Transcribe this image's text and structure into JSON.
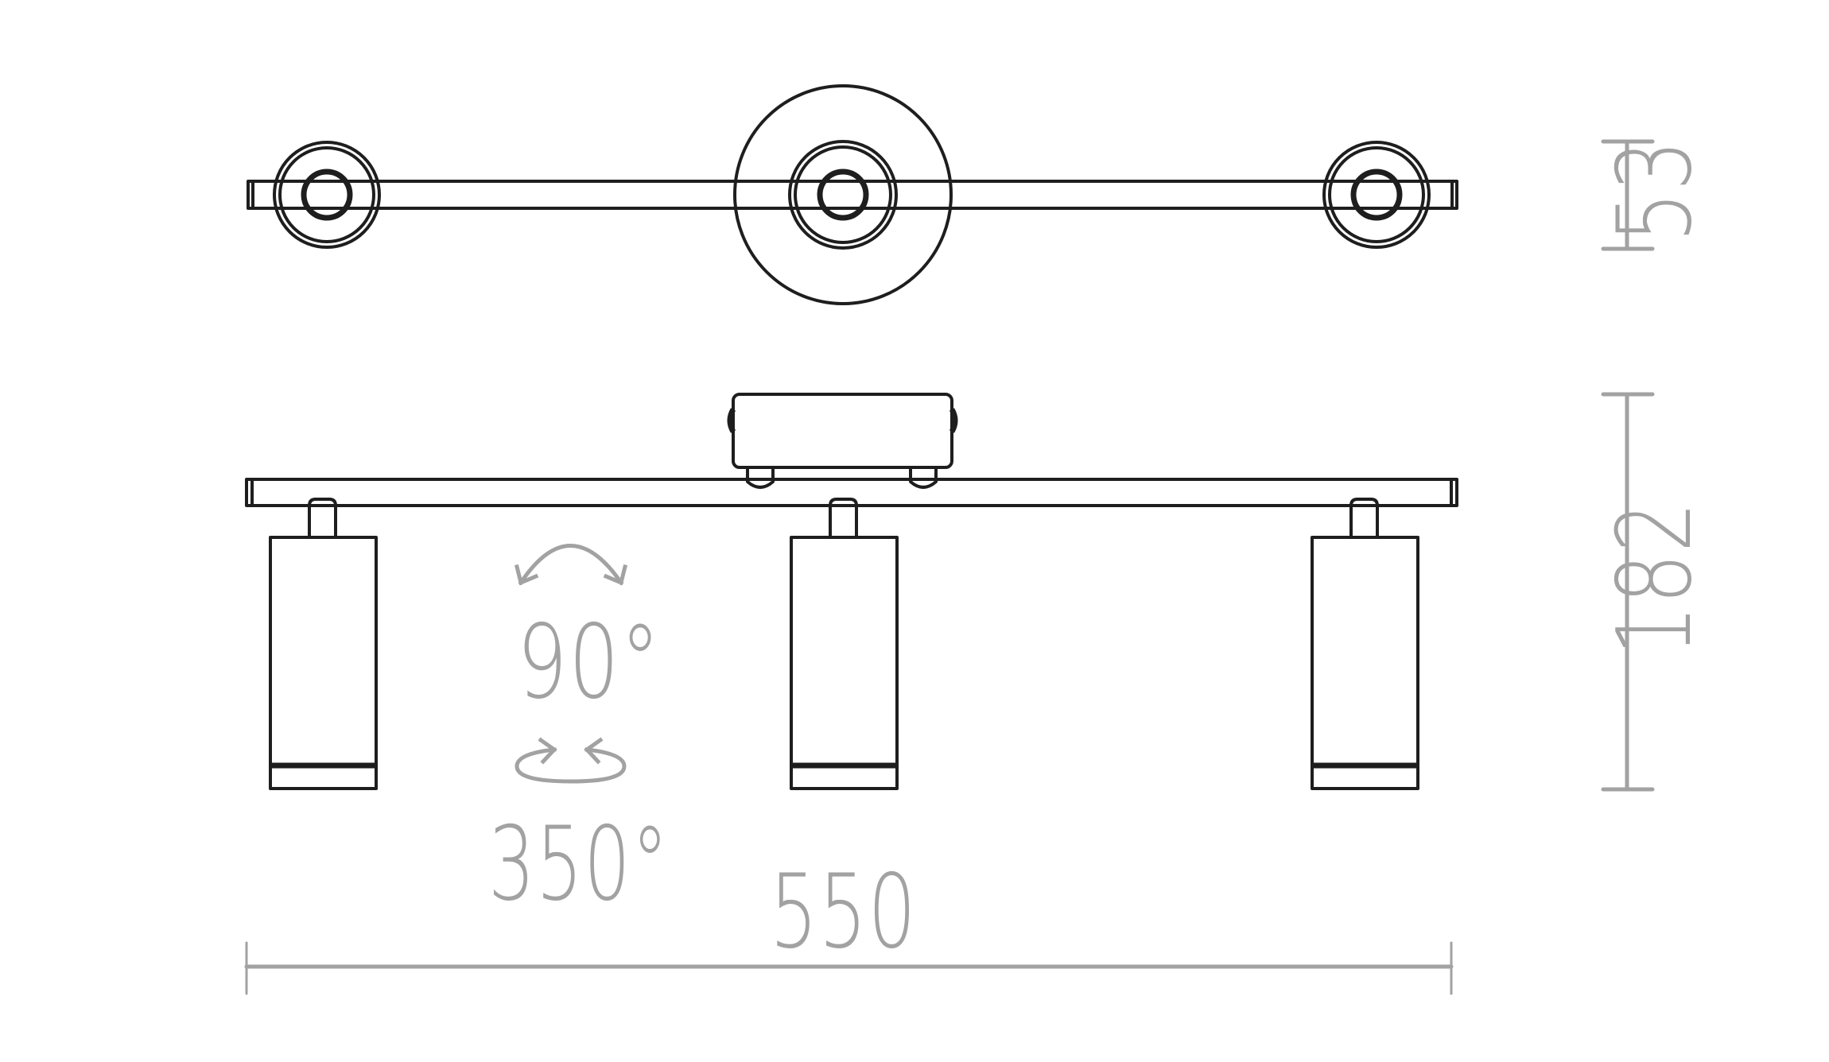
{
  "drawing": {
    "title": "Triple spotlight bar – dimensional drawing",
    "views": [
      "top-view",
      "side-view"
    ],
    "colors": {
      "outline": "#1e1e1e",
      "dimension": "#a2a2a2",
      "background": "#ffffff"
    }
  },
  "dimensions": {
    "width_label": "550",
    "top_depth_label": "53",
    "height_label": "182"
  },
  "rotation": {
    "tilt_label": "90°",
    "swivel_label": "350°",
    "tilt_icon": "tilt-arc-arrows-icon",
    "swivel_icon": "swivel-ellipse-arrows-icon"
  }
}
